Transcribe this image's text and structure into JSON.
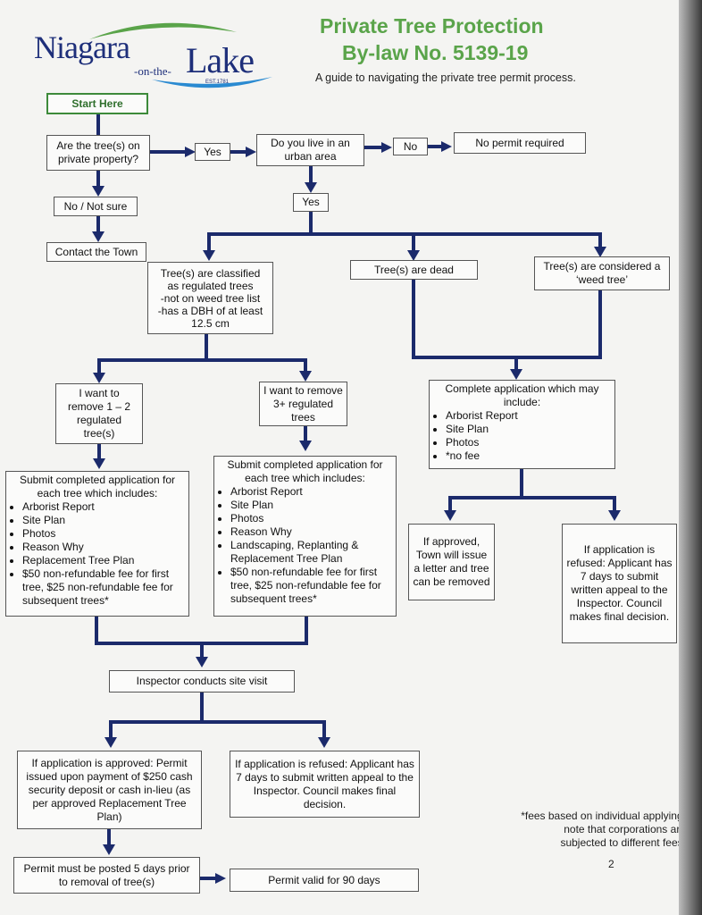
{
  "header": {
    "logo": {
      "word1": "Niagara",
      "middle": "-on-the-",
      "word2": "Lake",
      "est": "EST.1781"
    },
    "title_line1": "Private Tree Protection",
    "title_line2": "By-law No. 5139-19",
    "subtitle": "A guide to navigating the private tree permit process."
  },
  "flow": {
    "start": "Start Here",
    "q_private": "Are the tree(s) on private property?",
    "yes1": "Yes",
    "q_urban": "Do you live in an urban area",
    "no": "No",
    "no_permit": "No permit required",
    "no_not_sure": "No / Not sure",
    "contact_town": "Contact the Town",
    "yes2": "Yes",
    "regulated": {
      "line1": "Tree(s) are classified",
      "line2": "as regulated trees",
      "line3": "-not on weed tree list",
      "line4": "-has a DBH of at least",
      "line5": "12.5 cm"
    },
    "dead": "Tree(s) are dead",
    "weed": "Tree(s) are considered a ‘weed tree’",
    "remove12": "I want to remove 1 – 2 regulated tree(s)",
    "remove3": "I want to remove 3+ regulated trees",
    "complete_app": {
      "heading": "Complete application which may include:",
      "items": [
        "Arborist Report",
        "Site Plan",
        "Photos",
        "*no fee"
      ]
    },
    "submit12": {
      "heading": "Submit completed application for each tree which includes:",
      "items": [
        "Arborist Report",
        "Site Plan",
        "Photos",
        "Reason Why",
        "Replacement Tree Plan",
        "$50 non-refundable fee for first tree, $25 non-refundable fee for subsequent trees*"
      ]
    },
    "submit3": {
      "heading": "Submit completed application for each tree which includes:",
      "items": [
        "Arborist Report",
        "Site Plan",
        "Photos",
        "Reason Why",
        "Landscaping, Replanting & Replacement Tree Plan",
        "$50 non-refundable fee for first tree, $25 non-refundable fee for subsequent trees*"
      ]
    },
    "approved_right": "If approved, Town will issue a letter and tree can be removed",
    "refused_right": "If application is refused: Applicant has 7 days to submit written appeal to the Inspector. Council makes final decision.",
    "inspector": "Inspector conducts site visit",
    "approved_bottom": "If application is approved: Permit issued upon payment of $250 cash security deposit or cash in-lieu (as per approved Replacement Tree Plan)",
    "refused_bottom": "If application is refused: Applicant has 7 days to submit written appeal to the Inspector. Council makes final decision.",
    "posted": "Permit must be posted 5 days prior to removal of tree(s)",
    "valid": "Permit valid for 90 days"
  },
  "footnote": "*fees based on individual applying, note that corporations are subjected to different fees.",
  "page_number": "2",
  "colors": {
    "accent_green": "#5aa44a",
    "line_navy": "#1b2a6b",
    "logo_navy": "#1e2f7a"
  }
}
